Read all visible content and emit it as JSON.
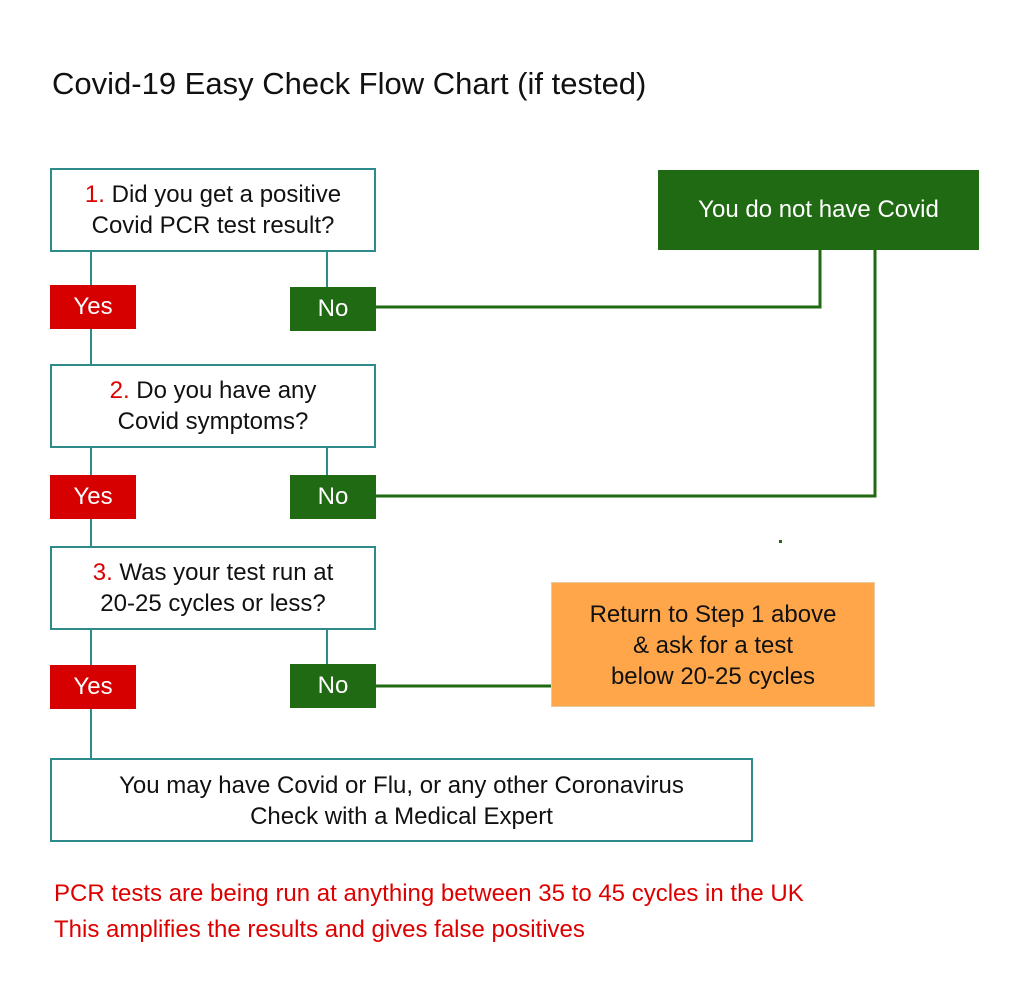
{
  "title": "Covid-19 Easy Check Flow Chart (if tested)",
  "questions": [
    {
      "num": "1.",
      "line1": "Did you get a positive",
      "line2": "Covid PCR test result?"
    },
    {
      "num": "2.",
      "line1": "Do you have any",
      "line2": "Covid symptoms?"
    },
    {
      "num": "3.",
      "line1": "Was your test run at",
      "line2": "20-25 cycles or less?"
    }
  ],
  "answers": {
    "yes": "Yes",
    "no": "No"
  },
  "outcomes": {
    "no_covid": "You do not have Covid",
    "return_step": [
      "Return to Step 1 above",
      "& ask for a test",
      "below 20-25 cycles"
    ],
    "maybe_covid": [
      "You may have Covid or Flu, or any other Coronavirus",
      "Check with a Medical Expert"
    ]
  },
  "notes": [
    "PCR tests are being run at anything between 35 to 45 cycles in the UK",
    "This amplifies the results and gives false positives"
  ],
  "colors": {
    "yes": "#d60000",
    "no": "#1f6a12",
    "box_border": "#2e8b8b",
    "connector_yes": "#2e8b8b",
    "connector_no": "#1f6a12",
    "return_box": "#ffa54a",
    "note_text": "#dd0000"
  }
}
